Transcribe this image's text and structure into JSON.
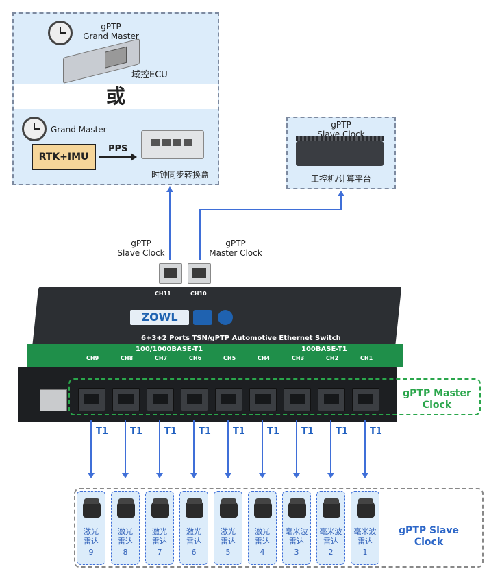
{
  "top_left": {
    "gm1_label_line1": "gPTP",
    "gm1_label_line2": "Grand Master",
    "ecu_label": "域控ECU",
    "or_label": "或",
    "gm2_label": "Grand Master",
    "rtk_label": "RTK+IMU",
    "pps_label": "PPS",
    "sync_box_label": "时钟同步转换盒"
  },
  "top_right": {
    "label_line1": "gPTP",
    "label_line2": "Slave Clock",
    "ipc_label": "工控机/计算平台"
  },
  "ports": {
    "left_label_line1": "gPTP",
    "left_label_line2": "Slave Clock",
    "right_label_line1": "gPTP",
    "right_label_line2": "Master  Clock"
  },
  "switch": {
    "brand": "ZOWL",
    "subtitle": "6+3+2 Ports TSN/gPTP Automotive Ethernet Switch",
    "band_left": "100/1000BASE-T1",
    "band_right": "100BASE-T1",
    "top_ports": [
      "CH11",
      "CH10"
    ],
    "front_ports": [
      "CH9",
      "CH8",
      "CH7",
      "CH6",
      "CH5",
      "CH4",
      "CH3",
      "CH2",
      "CH1"
    ]
  },
  "master_clock_label_line1": "gPTP Master",
  "master_clock_label_line2": "Clock",
  "link_label": "T1",
  "slave_clock_label_line1": "gPTP Slave",
  "slave_clock_label_line2": "Clock",
  "sensors": [
    {
      "line1": "激光",
      "line2": "雷达",
      "num": "9"
    },
    {
      "line1": "激光",
      "line2": "雷达",
      "num": "8"
    },
    {
      "line1": "激光",
      "line2": "雷达",
      "num": "7"
    },
    {
      "line1": "激光",
      "line2": "雷达",
      "num": "6"
    },
    {
      "line1": "激光",
      "line2": "雷达",
      "num": "5"
    },
    {
      "line1": "激光",
      "line2": "雷达",
      "num": "4"
    },
    {
      "line1": "毫米波",
      "line2": "雷达",
      "num": "3"
    },
    {
      "line1": "毫米波",
      "line2": "雷达",
      "num": "2"
    },
    {
      "line1": "毫米波",
      "line2": "雷达",
      "num": "1"
    }
  ],
  "colors": {
    "link_blue": "#3f6fd8",
    "master_green": "#2aa64b",
    "panel_blue": "#dcecfa"
  }
}
